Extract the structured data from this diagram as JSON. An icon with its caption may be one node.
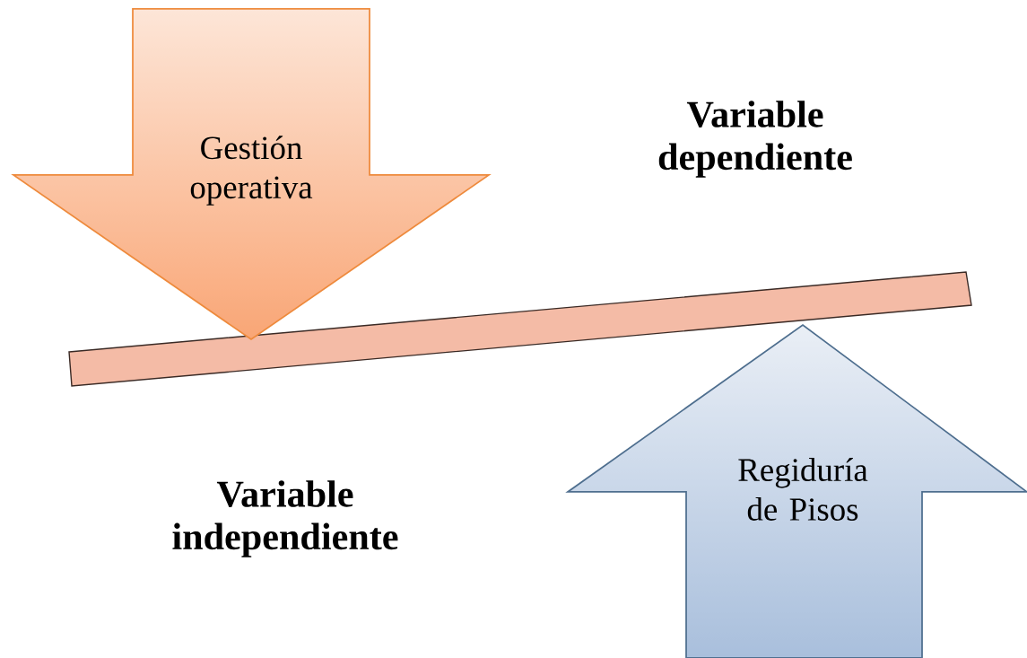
{
  "diagram": {
    "nodes": [
      {
        "text": [
          "Gestión operativa"
        ]
      },
      {
        "text": [],
        "shape": "bar"
      },
      {
        "text": [
          "Regiduría de Pisos"
        ]
      }
    ],
    "labels": [
      "Variable dependiente",
      "Variable independiente"
    ]
  }
}
